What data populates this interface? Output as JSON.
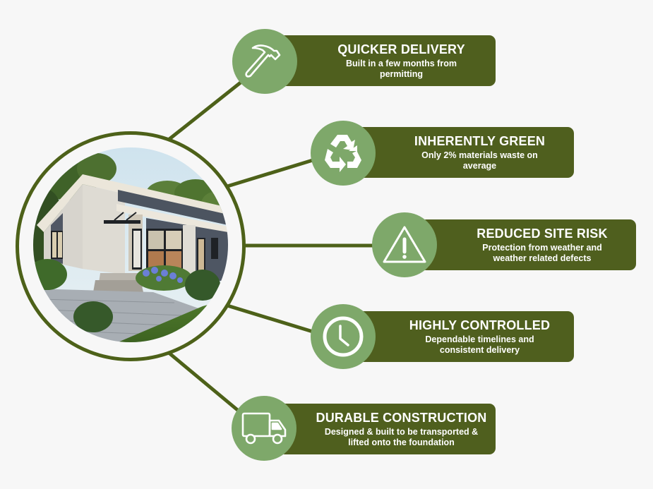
{
  "colors": {
    "background": "#f7f7f7",
    "dark_green": "#4f5f1e",
    "ring_green": "#4d6119",
    "icon_circle_green": "#7ea86a",
    "text": "#ffffff"
  },
  "center_image": {
    "subject": "modern single-story modular house with landscaped front yard"
  },
  "features": [
    {
      "icon": "hammer-icon",
      "title": "QUICKER DELIVERY",
      "description": "Built in a few months from permitting"
    },
    {
      "icon": "recycle-icon",
      "title": "INHERENTLY GREEN",
      "description": "Only 2% materials waste on average"
    },
    {
      "icon": "warning-icon",
      "title": "REDUCED SITE RISK",
      "description": "Protection from weather and weather related defects"
    },
    {
      "icon": "clock-icon",
      "title": "HIGHLY CONTROLLED",
      "description": "Dependable timelines and consistent delivery"
    },
    {
      "icon": "truck-icon",
      "title": "DURABLE CONSTRUCTION",
      "description": "Designed & built to be transported & lifted onto the foundation"
    }
  ]
}
